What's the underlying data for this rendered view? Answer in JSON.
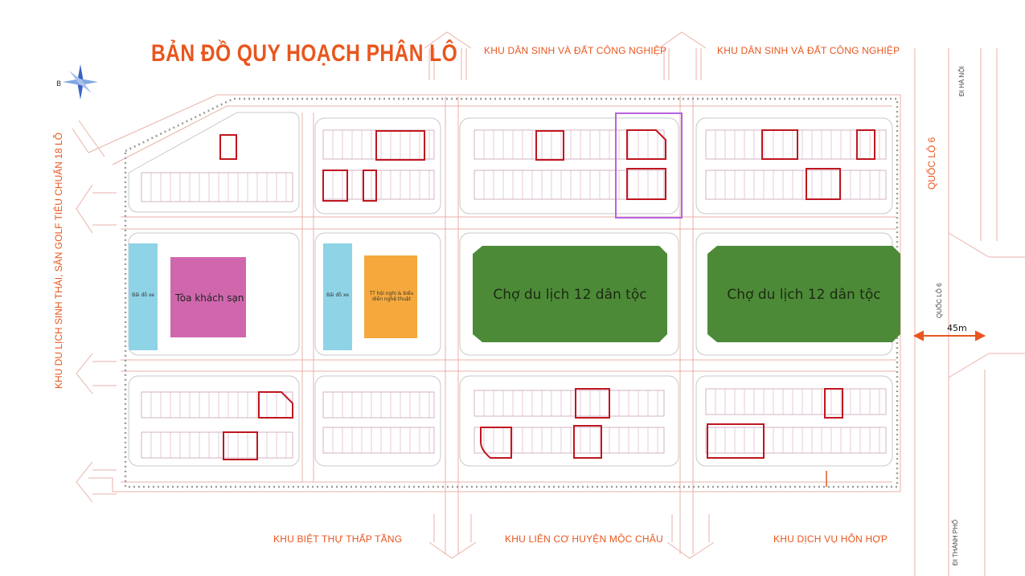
{
  "map": {
    "title": "BẢN ĐỒ QUY HOẠCH PHÂN LÔ",
    "colors": {
      "title": "#e8561e",
      "zone_text": "#e8561e",
      "road_line": "#e9b1a8",
      "lot_red": "#c0161f",
      "highlight": "#b763e0",
      "green": "#4d8a38",
      "hotel": "#d067ad",
      "art_center": "#f5a93c",
      "parking": "#8fd3e6",
      "arrow": "#e8561e"
    },
    "zones": {
      "top_left": "KHU DÂN SINH VÀ ĐẤT CÔNG NGHIỆP",
      "top_right": "KHU DÂN SINH VÀ ĐẤT CÔNG NGHIỆP",
      "left_side": "KHU DU LỊCH SINH THÁI, SÂN GOLF TIÊU CHUẨN 18 LỖ",
      "right_side": "QUỐC LỘ 6",
      "bottom_left": "KHU BIỆT THỰ THẤP TẦNG",
      "bottom_center": "KHU LIÊN CƠ HUYỆN MỘC CHÂU",
      "bottom_right": "KHU DỊCH VỤ HỖN HỢP"
    },
    "roads": {
      "ha_noi": "ĐI HÀ NỘI",
      "thanh_pho": "ĐI THÀNH PHỐ",
      "ql6_small": "QUỐC LỘ 6",
      "road_width": "45m"
    },
    "facilities": {
      "hotel": "Tòa khách sạn",
      "art_center": "TT hội nghị & biểu diễn nghệ thuật",
      "parking_1": "Bãi đỗ xe",
      "parking_2": "Bãi đỗ xe",
      "market_1": "Chợ du lịch 12 dân tộc",
      "market_2": "Chợ du lịch 12 dân tộc"
    },
    "compass": "B"
  }
}
